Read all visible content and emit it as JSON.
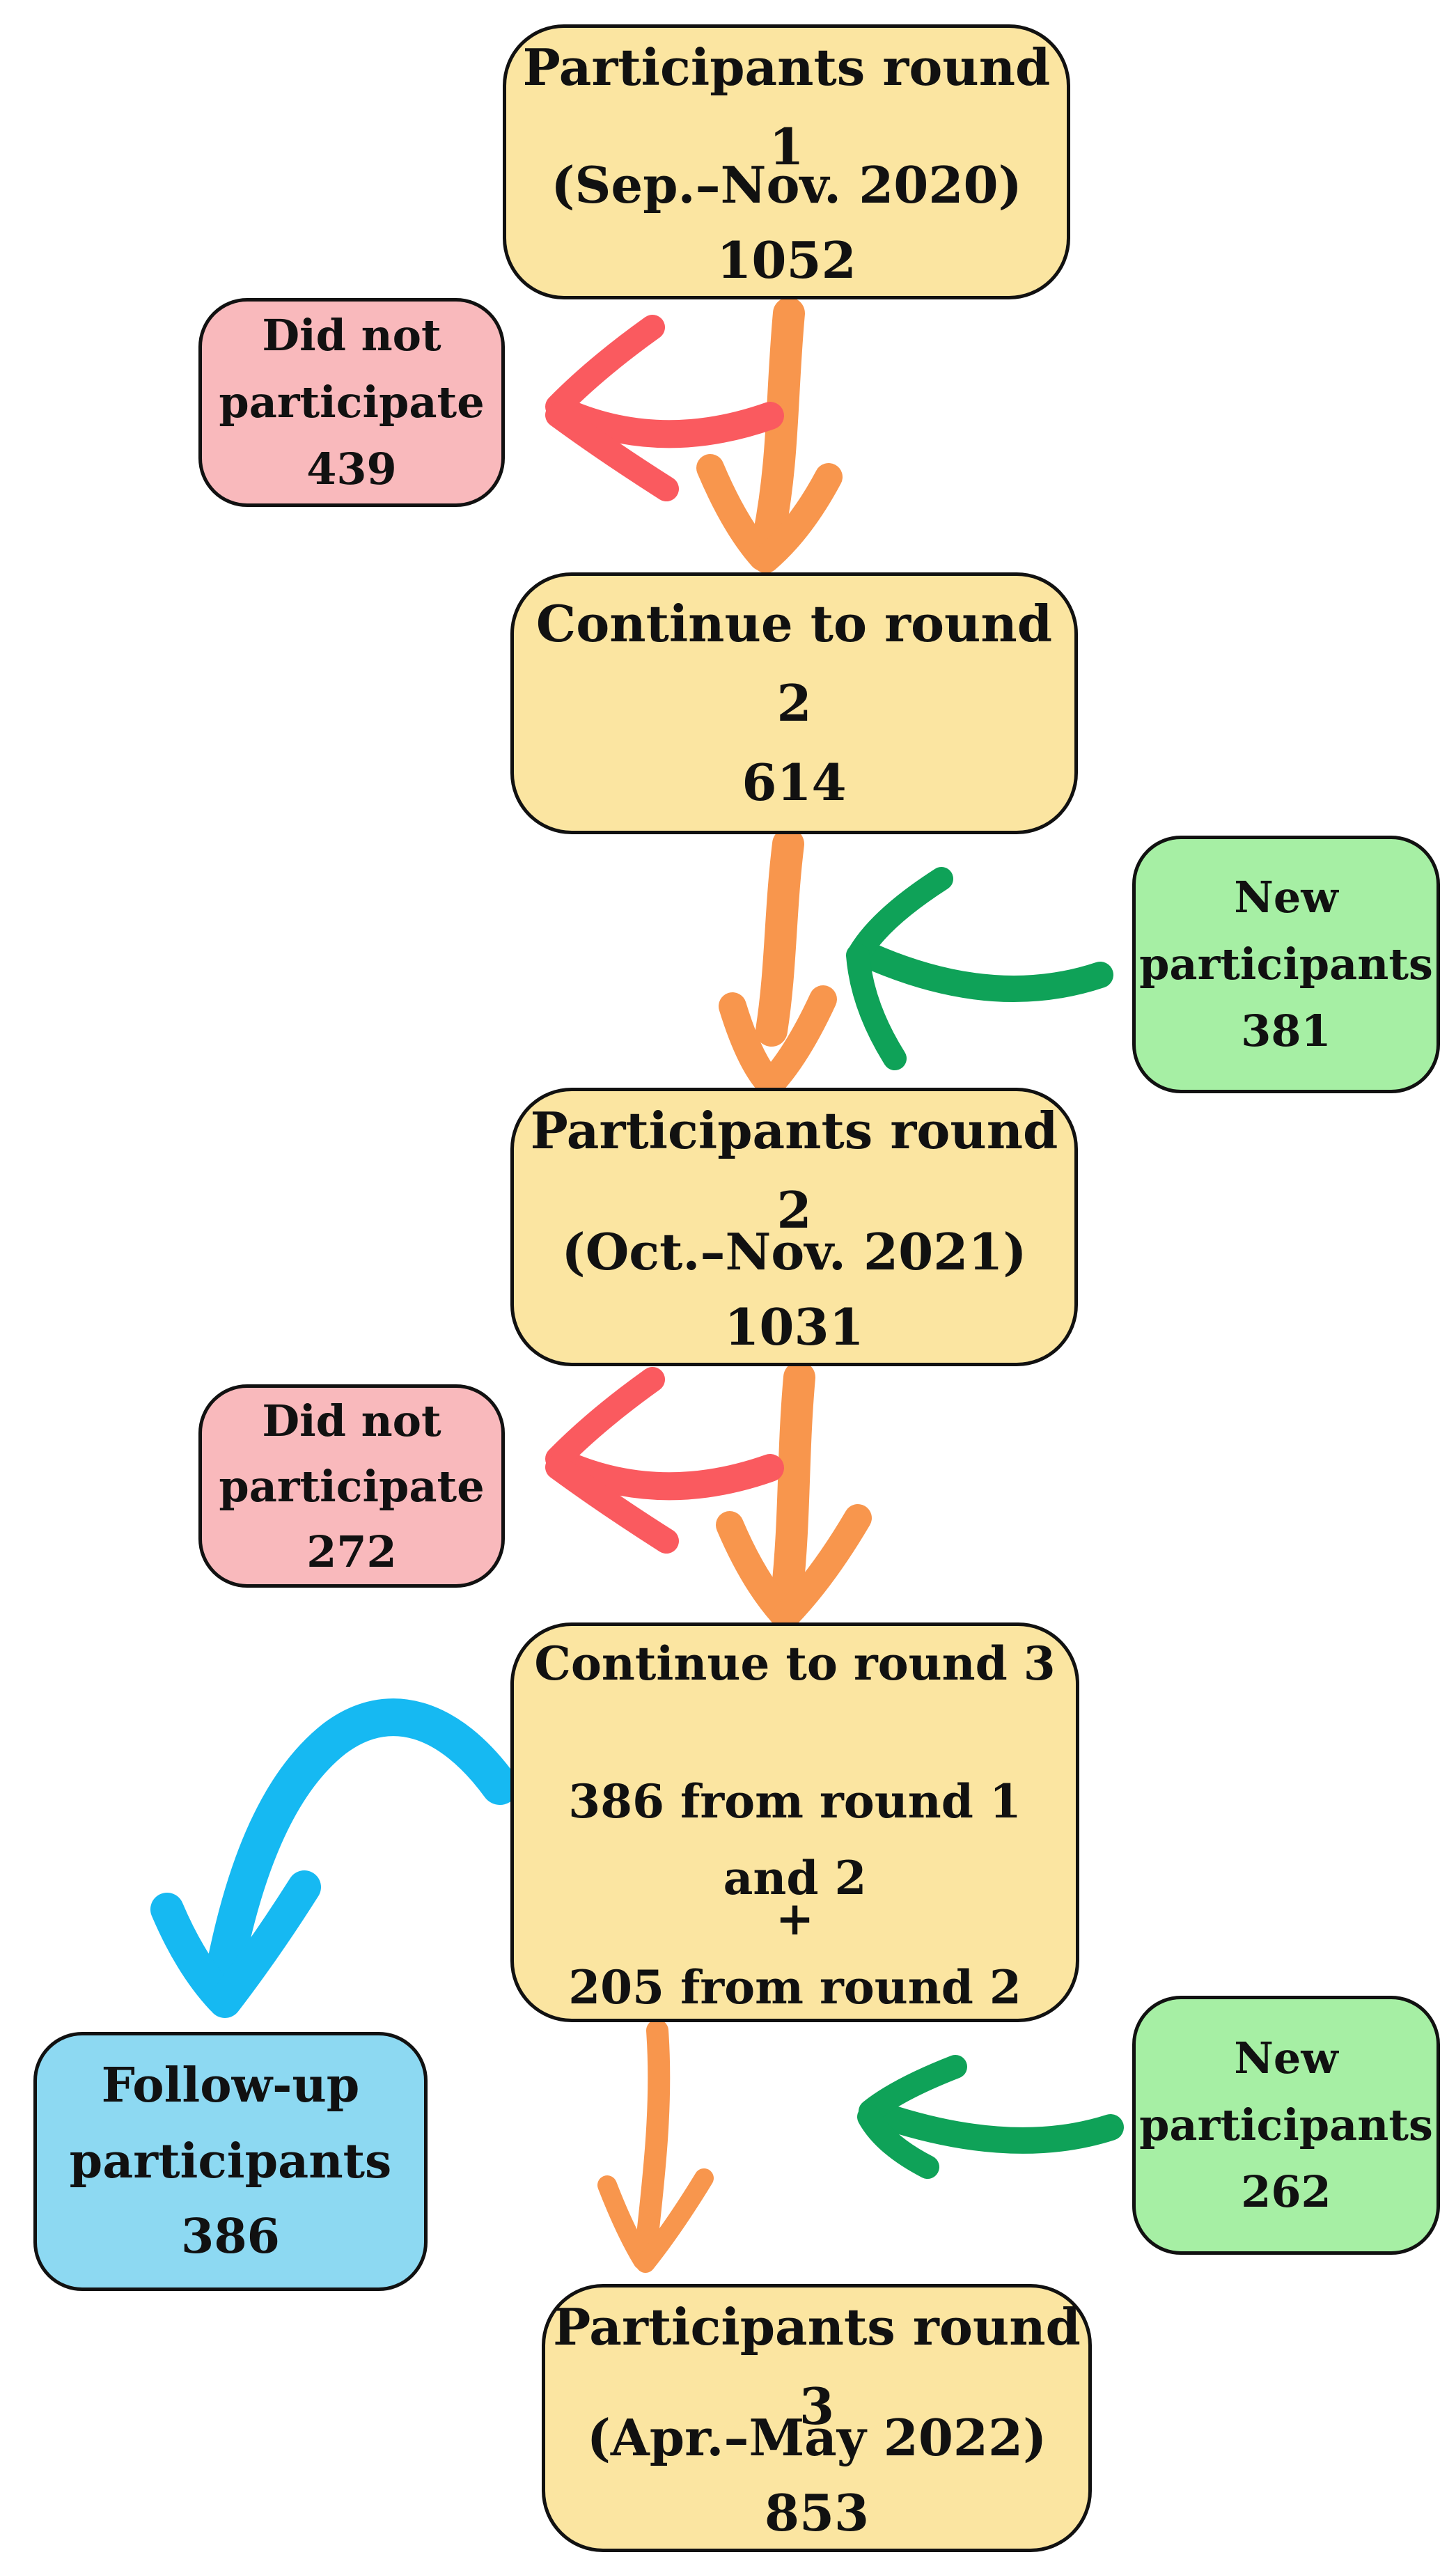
{
  "colors": {
    "node_yellow": "#FBE5A1",
    "node_pink": "#F9B9BC",
    "node_green": "#A6EFA4",
    "node_blue": "#8DD9F2",
    "arrow_orange": "#F8964D",
    "arrow_red": "#FA5A5F",
    "arrow_green": "#0FA258",
    "arrow_blue": "#16B9F2",
    "border": "#111111",
    "text": "#111111"
  },
  "nodes": {
    "round1": {
      "lines": [
        "Participants round 1",
        "(Sep.–Nov. 2020)",
        "1052"
      ]
    },
    "dropout1": {
      "lines": [
        "Did not",
        "participate",
        "439"
      ]
    },
    "continue2": {
      "lines": [
        "Continue to round 2",
        "614"
      ]
    },
    "new1": {
      "lines": [
        "New",
        "participants",
        "381"
      ]
    },
    "round2": {
      "lines": [
        "Participants round 2",
        "(Oct.–Nov. 2021)",
        "1031"
      ]
    },
    "dropout2": {
      "lines": [
        "Did not",
        "participate",
        "272"
      ]
    },
    "continue3": {
      "lines": [
        "Continue to round 3",
        "",
        "386 from round 1 and 2",
        "+",
        "205 from round 2"
      ]
    },
    "followup": {
      "lines": [
        "Follow-up",
        "participants",
        "386"
      ]
    },
    "new2": {
      "lines": [
        "New",
        "participants",
        "262"
      ]
    },
    "round3": {
      "lines": [
        "Participants round 3",
        "(Apr.–May 2022)",
        "853"
      ]
    }
  }
}
